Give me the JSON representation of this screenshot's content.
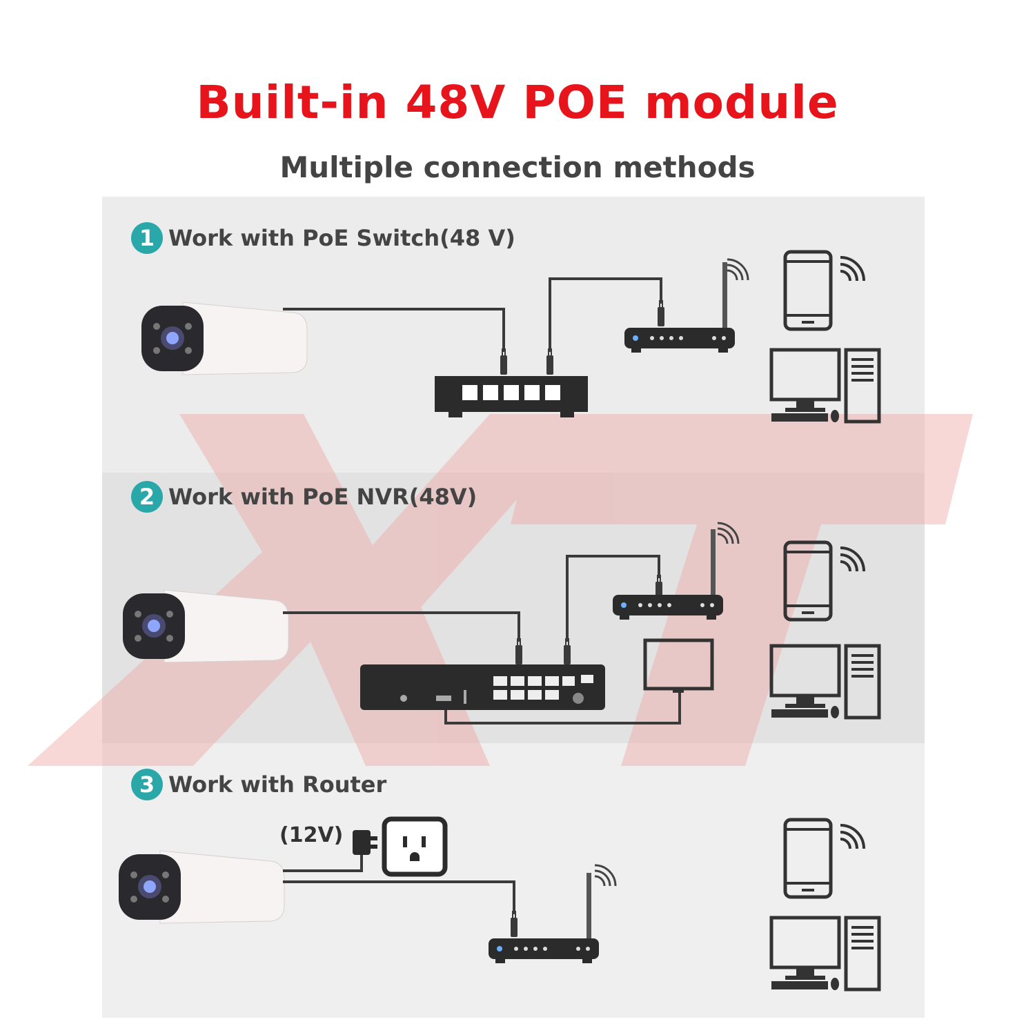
{
  "title": "Built-in 48V POE module",
  "subtitle": "Multiple connection methods",
  "sections": [
    {
      "number": "1",
      "label": "Work with PoE Switch(48 V)"
    },
    {
      "number": "2",
      "label": "Work with PoE NVR(48V)"
    },
    {
      "number": "3",
      "label": "Work with Router"
    }
  ],
  "power_label": "(12V)",
  "colors": {
    "title": "#e8141c",
    "badge": "#2aa7a8",
    "device": "#2b2b2b",
    "cable": "#3a3a3a"
  },
  "icons": [
    "camera-icon",
    "poe-switch-icon",
    "router-icon",
    "phone-icon",
    "computer-icon",
    "nvr-icon",
    "monitor-icon",
    "power-adapter-icon",
    "wall-outlet-icon",
    "wifi-icon"
  ]
}
